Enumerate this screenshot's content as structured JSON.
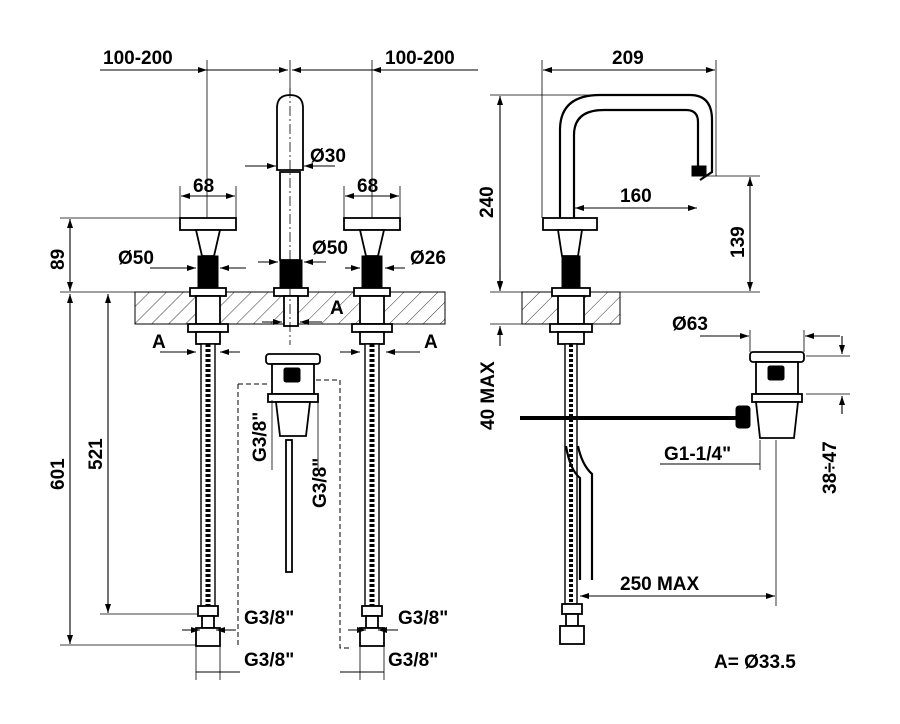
{
  "front_view": {
    "spacing_left": "100-200",
    "spacing_right": "100-200",
    "handle_width_left": "68",
    "handle_width_right": "68",
    "spout_diameter": "Ø30",
    "base_diameter_left": "Ø50",
    "base_diameter_center": "Ø50",
    "shank_diameter": "Ø26",
    "handle_height": "89",
    "overall_height": "601",
    "hose_length": "521",
    "section_marker_left": "A",
    "section_marker_center": "A",
    "section_marker_right": "A",
    "drain_thread_1": "G3/8\"",
    "drain_thread_2": "G3/8\"",
    "hose_thread_left_upper": "G3/8\"",
    "hose_thread_right_upper": "G3/8\"",
    "hose_thread_left_lower": "G3/8\"",
    "hose_thread_right_lower": "G3/8\""
  },
  "side_view": {
    "spout_reach": "209",
    "spout_height": "240",
    "spout_projection": "160",
    "spout_clearance": "139",
    "deck_thickness": "40 MAX",
    "waste_diameter": "Ø63",
    "waste_height": "38÷47",
    "waste_thread": "G1-1/4\"",
    "rod_length": "250 MAX"
  },
  "note": "A= Ø33.5"
}
